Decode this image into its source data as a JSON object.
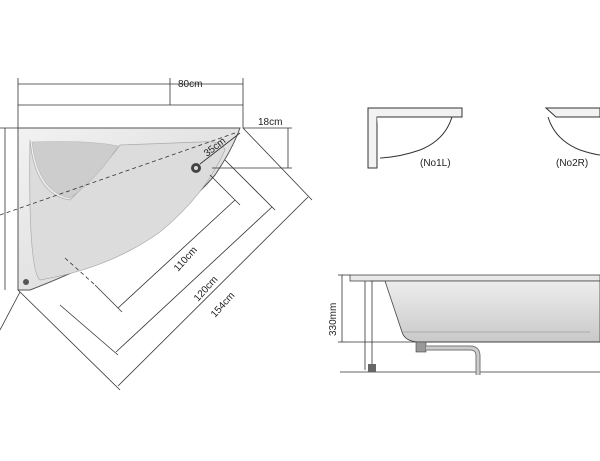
{
  "top_view": {
    "width_label": "80cm",
    "corner_offset_label": "18cm",
    "drain_label": "35cm",
    "inner_diag_label": "110cm",
    "mid_diag_label": "120cm",
    "outer_diag_label": "154cm"
  },
  "variants": {
    "left_label": "(No1L)",
    "right_label": "(No2R)"
  },
  "side_view": {
    "height_label": "330mm"
  },
  "colors": {
    "line": "#333333",
    "tub_fill": "#e6e6e6",
    "tub_shade": "#cfcfcf"
  }
}
